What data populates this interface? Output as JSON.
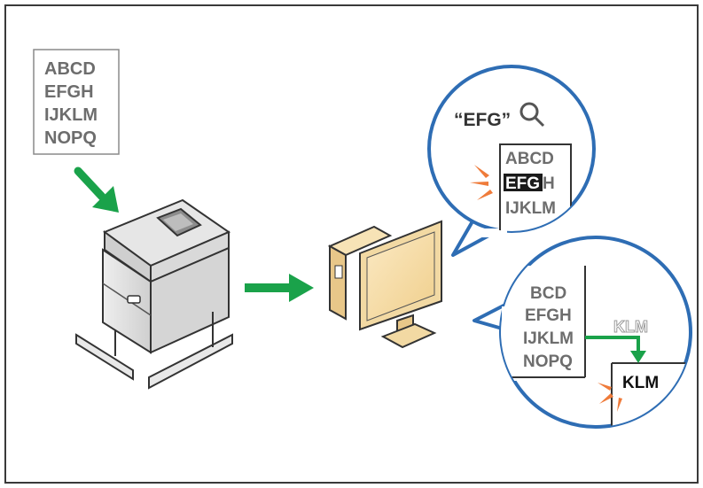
{
  "source_document": {
    "lines": [
      "ABCD",
      "EFGH",
      "IJKLM",
      "NOPQ"
    ]
  },
  "search_bubble": {
    "query": "“EFG”",
    "doc_lines": [
      "ABCD",
      "EFGH",
      "IJKLM"
    ],
    "highlight": "EFG",
    "highlight_rest": "H",
    "icon": "magnifier-icon"
  },
  "copy_bubble": {
    "doc_lines": [
      "BCD",
      "EFGH",
      "IJKLM",
      "NOPQ"
    ],
    "copied_ghost": "KLM",
    "pasted_text": "KLM",
    "icon": "arrow-icon"
  },
  "colors": {
    "frame": "#3a3a3a",
    "arrow_green": "#1aa24a",
    "bubble_blue": "#2e6db4",
    "text_gray": "#6d6d6d",
    "accent_orange": "#ef7b3a",
    "computer_beige": "#f2d9a3"
  }
}
